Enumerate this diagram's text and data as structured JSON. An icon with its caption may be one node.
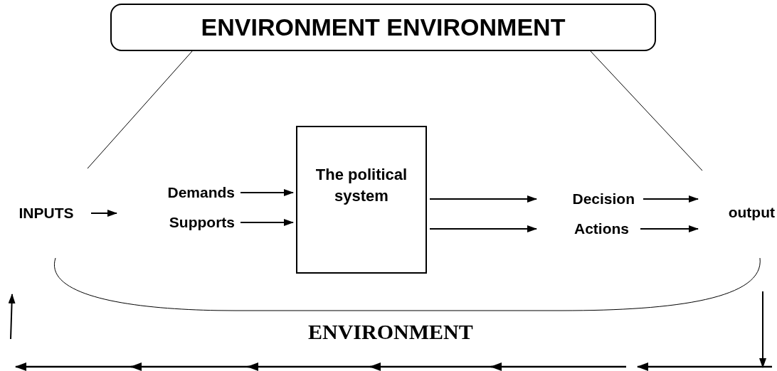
{
  "diagram": {
    "nodes": [
      {
        "text": [
          "ENVIRONMENT ENVIRONMENT"
        ]
      },
      {
        "text": [
          "INPUTS"
        ]
      },
      {
        "text": [
          "Demands"
        ]
      },
      {
        "text": [
          "Supports"
        ]
      },
      {
        "text": [
          "The political system"
        ]
      },
      {
        "text": [
          "Decision"
        ]
      },
      {
        "text": [
          "Actions"
        ]
      },
      {
        "text": [
          "output"
        ]
      }
    ],
    "edges": [
      {
        "from": 0,
        "to": null,
        "arrow": "none"
      },
      {
        "from": 0,
        "to": null,
        "arrow": "none"
      },
      {
        "from": 1,
        "to": 3,
        "arrow": "to"
      },
      {
        "from": 2,
        "to": 4,
        "arrow": "to"
      },
      {
        "from": 3,
        "to": 4,
        "arrow": "to"
      },
      {
        "from": 4,
        "to": 5,
        "arrow": "to"
      },
      {
        "from": 4,
        "to": 6,
        "arrow": "to"
      },
      {
        "from": 5,
        "to": 7,
        "arrow": "to"
      },
      {
        "from": 6,
        "to": 7,
        "arrow": "to"
      }
    ],
    "labels": [
      "ENVIRONMENT"
    ]
  }
}
